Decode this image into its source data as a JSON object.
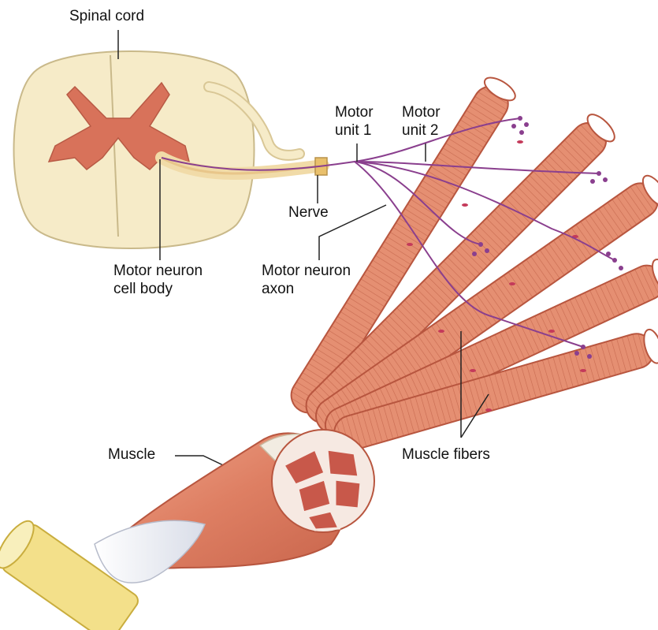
{
  "labels": {
    "spinal_cord": "Spinal cord",
    "motor_unit_1": [
      "Motor",
      "unit 1"
    ],
    "motor_unit_2": [
      "Motor",
      "unit 2"
    ],
    "nerve": "Nerve",
    "motor_neuron_cell_body": [
      "Motor neuron",
      "cell body"
    ],
    "motor_neuron_axon": [
      "Motor neuron",
      "axon"
    ],
    "muscle": "Muscle",
    "muscle_fibers": "Muscle fibers"
  },
  "colors": {
    "spinal_cord_fill": "#f6ebc8",
    "gray_matter": "#d8725a",
    "fiber": "#e08a6e",
    "fiber_dark": "#b8563f",
    "nucleus": "#c43a5a",
    "tendon": "#f3e08a",
    "axon": "#8a3f8e",
    "cell_body": "#c8184a"
  }
}
